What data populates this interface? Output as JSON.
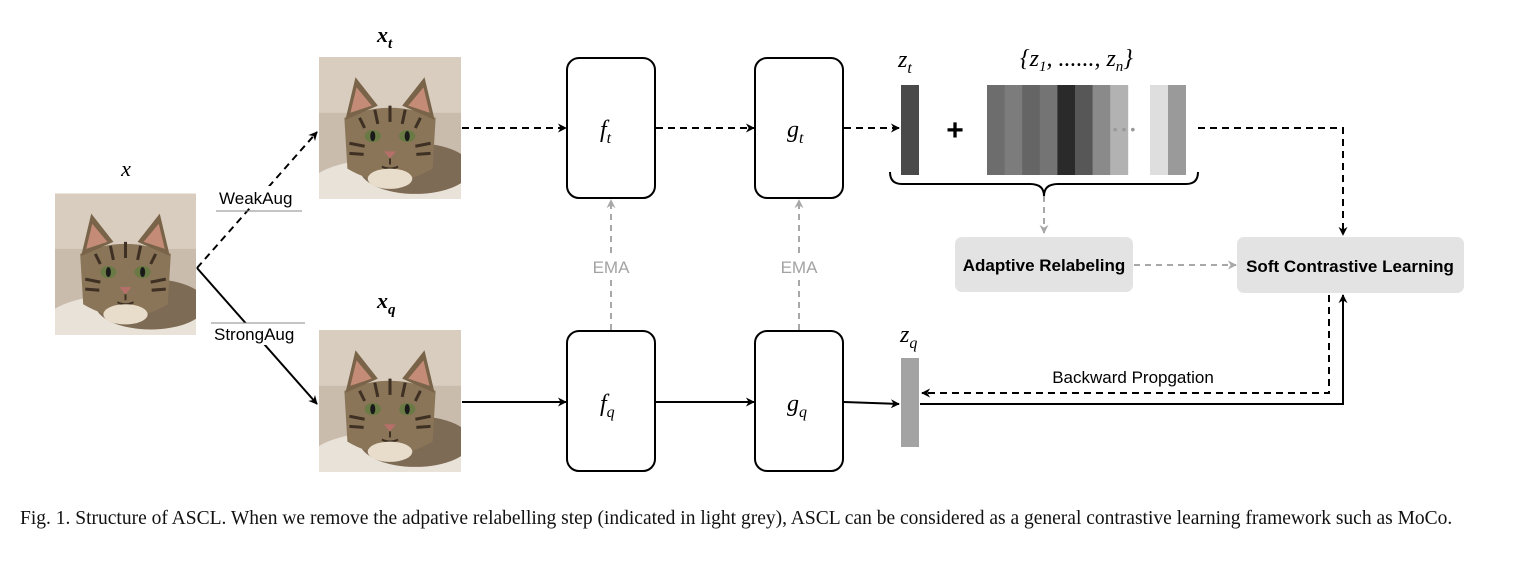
{
  "labels": {
    "x": "x",
    "xt_base": "x",
    "xt_sub": "t",
    "xq_base": "x",
    "xq_sub": "q",
    "ft_base": "f",
    "ft_sub": "t",
    "fq_base": "f",
    "fq_sub": "q",
    "gt_base": "g",
    "gt_sub": "t",
    "gq_base": "g",
    "gq_sub": "q",
    "zt_base": "z",
    "zt_sub": "t",
    "zq_base": "z",
    "zq_sub": "q",
    "queue_open": "{z",
    "queue_sub1": "1",
    "queue_mid": ", ......, z",
    "queue_subn": "n",
    "queue_close": "}",
    "plus": "+",
    "ellipsis": "• • •",
    "weak_aug": "WeakAug",
    "strong_aug": "StrongAug",
    "ema_1": "EMA",
    "ema_2": "EMA",
    "adaptive_relabeling": "Adaptive Relabeling",
    "soft_contrastive": "Soft Contrastive Learning",
    "backward": "Backward Propgation"
  },
  "caption": "Fig. 1.  Structure of ASCL. When we remove the adpative relabelling step (indicated in light grey), ASCL can be considered as a general contrastive learning framework such as MoCo.",
  "colors": {
    "queue_bars": [
      "#6d6d6d",
      "#7c7c7c",
      "#656565",
      "#747474",
      "#2a2a2a",
      "#575757",
      "#8a8a8a",
      "#b2b2b2"
    ],
    "queue_end_bars": [
      "#dedede",
      "#9a9a9a"
    ],
    "zt_bar": "#4a4a4a",
    "zq_bar": "#a3a3a3",
    "module_fill": "#e3e3e3",
    "grey_arrow": "#a8a8a8"
  }
}
